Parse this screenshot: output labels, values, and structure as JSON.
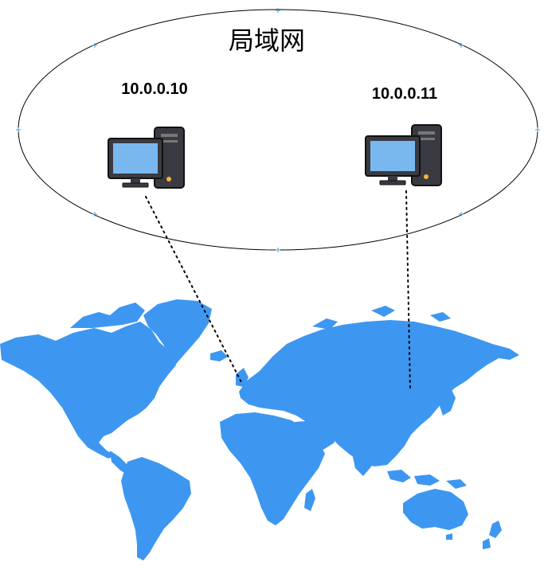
{
  "network": {
    "title": "局域网",
    "hosts": [
      {
        "ip": "10.0.0.10",
        "icon": "desktop-computer-icon"
      },
      {
        "ip": "10.0.0.11",
        "icon": "desktop-computer-icon"
      }
    ]
  },
  "map": {
    "icon": "world-map-icon"
  },
  "colors": {
    "land": "#3d97f0",
    "screen": "#79b8ee",
    "device_body": "#3a3a42",
    "ellipse_stroke": "#000000",
    "handle": "#4aa3df"
  }
}
